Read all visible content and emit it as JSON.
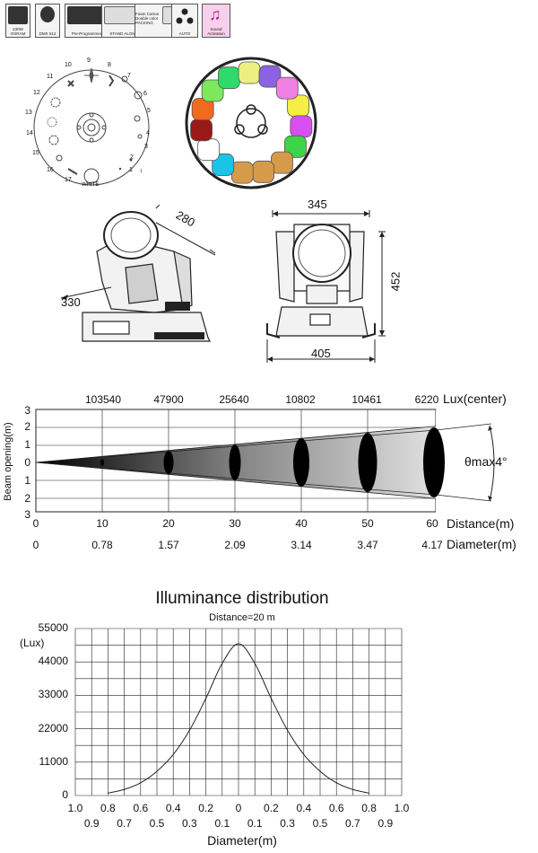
{
  "badges": [
    {
      "id": "b1",
      "label": "230W OSRAM"
    },
    {
      "id": "b2",
      "label": "DMX 512"
    },
    {
      "id": "b3",
      "label": "Pre-Programmed"
    },
    {
      "id": "b4",
      "label": "STAND ALONE"
    },
    {
      "id": "b5",
      "label": "Foam Carton Double color PACKING"
    },
    {
      "id": "b6",
      "label": "AUTO"
    },
    {
      "id": "b7",
      "label": "Sound Activation"
    }
  ],
  "gobo_wheel": {
    "numbers": [
      "1",
      "2",
      "3",
      "4",
      "5",
      "6",
      "7",
      "8",
      "9",
      "10",
      "11",
      "12",
      "13",
      "14",
      "15",
      "16",
      "17"
    ],
    "white_label": "WHITE"
  },
  "color_wheel": {
    "colors": [
      "#f7ee45",
      "#d84ef0",
      "#3ed44a",
      "#d59a4a",
      "#d59a4a",
      "#d59a4a",
      "#19c4e8",
      "#ffffff",
      "#9a1a18",
      "#f36a1f",
      "#7ce85c",
      "#2edb6a",
      "#ecf07e",
      "#8c62e4",
      "#ef80e4"
    ]
  },
  "dimensions": {
    "side_width": "280",
    "side_depth": "330",
    "front_top": "345",
    "front_height": "452",
    "front_base": "405"
  },
  "beam_chart": {
    "lux_values": [
      "103540",
      "47900",
      "25640",
      "10802",
      "10461",
      "6220"
    ],
    "lux_label": "Lux(center)",
    "y_label": "Beam opening(m)",
    "y_ticks": [
      "3",
      "2",
      "1",
      "0",
      "1",
      "2",
      "3"
    ],
    "distance_ticks": [
      "0",
      "10",
      "20",
      "30",
      "40",
      "50",
      "60"
    ],
    "distance_label": "Distance(m)",
    "diameter_ticks": [
      "0",
      "0.78",
      "1.57",
      "2.09",
      "3.14",
      "3.47",
      "4.17"
    ],
    "diameter_label": "Diameter(m)",
    "angle_label": "θmax4°"
  },
  "chart_data": {
    "type": "line",
    "title": "Illuminance distribution",
    "subtitle": "Distance=20 m",
    "ylabel": "(Lux)",
    "xlabel": "Diameter(m)",
    "ylim": [
      0,
      55000
    ],
    "y_ticks": [
      "55000",
      "44000",
      "33000",
      "22000",
      "11000",
      "0"
    ],
    "x_ticks_top": [
      "1.0",
      "0.8",
      "0.6",
      "0.4",
      "0.2",
      "0",
      "0.2",
      "0.4",
      "0.6",
      "0.8",
      "1.0"
    ],
    "x_ticks_bottom": [
      "0.9",
      "0.7",
      "0.5",
      "0.3",
      "0.1",
      "0.1",
      "0.3",
      "0.5",
      "0.7",
      "0.9"
    ],
    "x": [
      -0.8,
      -0.7,
      -0.6,
      -0.5,
      -0.4,
      -0.3,
      -0.2,
      -0.1,
      0,
      0.1,
      0.2,
      0.3,
      0.4,
      0.5,
      0.6,
      0.7,
      0.8
    ],
    "values": [
      800,
      2000,
      4200,
      8000,
      13500,
      21500,
      32000,
      43500,
      50000,
      43500,
      32000,
      21500,
      13500,
      8000,
      4200,
      2000,
      800
    ]
  }
}
